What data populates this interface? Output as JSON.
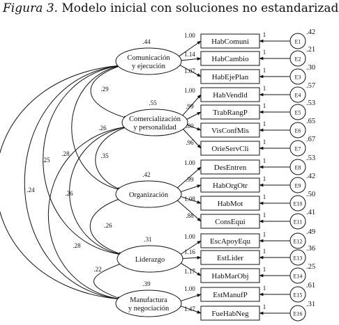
{
  "title": {
    "label": "Figura 3.",
    "text": "Modelo inicial con soluciones no estandarizadas"
  },
  "factors": [
    {
      "id": "F1",
      "lines": [
        "Comunicación",
        "y ejecución"
      ],
      "r2": ".44"
    },
    {
      "id": "F2",
      "lines": [
        "Comercialización",
        "y personalidad"
      ],
      "r2": ".55"
    },
    {
      "id": "F3",
      "lines": [
        "Organización"
      ],
      "r2": ".42"
    },
    {
      "id": "F4",
      "lines": [
        "Liderazgo"
      ],
      "r2": ".31"
    },
    {
      "id": "F5",
      "lines": [
        "Manufactura",
        "y negociación"
      ],
      "r2": ".39"
    }
  ],
  "indicators": [
    {
      "name": "HabComuni",
      "factor": 0,
      "loading": "1.00",
      "r2": ".42",
      "error": "E1",
      "err_weight": "1"
    },
    {
      "name": "HabCambio",
      "factor": 0,
      "loading": "1.14",
      "r2": ".21",
      "error": "E2",
      "err_weight": "1"
    },
    {
      "name": "HabEjePlan",
      "factor": 0,
      "loading": "1.07",
      "r2": ".30",
      "error": "E3",
      "err_weight": "1"
    },
    {
      "name": "HabVendld",
      "factor": 1,
      "loading": "1.00",
      "r2": ".57",
      "error": "E4",
      "err_weight": "1"
    },
    {
      "name": "TrabRangP",
      "factor": 1,
      "loading": ".99",
      "r2": ".53",
      "error": "E5",
      "err_weight": "1"
    },
    {
      "name": "VisConfMis",
      "factor": 1,
      "loading": ".80",
      "r2": ".65",
      "error": "E6",
      "err_weight": "1"
    },
    {
      "name": "OrieServCli",
      "factor": 1,
      "loading": ".96",
      "r2": ".67",
      "error": "E7",
      "err_weight": "1"
    },
    {
      "name": "DesEntren",
      "factor": 2,
      "loading": "1.00",
      "r2": ".53",
      "error": "E8",
      "err_weight": "1"
    },
    {
      "name": "HabOrgOtr",
      "factor": 2,
      "loading": ".99",
      "r2": ".42",
      "error": "E9",
      "err_weight": "1"
    },
    {
      "name": "HabMot",
      "factor": 2,
      "loading": "1.08",
      "r2": ".50",
      "error": "E10",
      "err_weight": "1"
    },
    {
      "name": "ConsEqui",
      "factor": 2,
      "loading": ".88",
      "r2": ".41",
      "error": "E11",
      "err_weight": "1"
    },
    {
      "name": "EscApoyEqu",
      "factor": 3,
      "loading": "1.00",
      "r2": ".49",
      "error": "E12",
      "err_weight": "1"
    },
    {
      "name": "EstLider",
      "factor": 3,
      "loading": "1.16",
      "r2": ".36",
      "error": "E13",
      "err_weight": "1"
    },
    {
      "name": "HabMarObj",
      "factor": 3,
      "loading": "1.17",
      "r2": ".25",
      "error": "E14",
      "err_weight": "1"
    },
    {
      "name": "EstManufP",
      "factor": 4,
      "loading": "1.00",
      "r2": ".61",
      "error": "E15",
      "err_weight": "1"
    },
    {
      "name": "FueHabNeg",
      "factor": 4,
      "loading": "1.47",
      "r2": ".31",
      "error": "E16",
      "err_weight": "1"
    }
  ],
  "covariances": [
    {
      "from": 0,
      "to": 1,
      "value": ".29"
    },
    {
      "from": 0,
      "to": 2,
      "value": ".26"
    },
    {
      "from": 0,
      "to": 3,
      "value": ".28"
    },
    {
      "from": 0,
      "to": 4,
      "value": ".25"
    },
    {
      "from": 0,
      "to": 4,
      "value": ".24"
    },
    {
      "from": 1,
      "to": 2,
      "value": ".35"
    },
    {
      "from": 1,
      "to": 3,
      "value": ".26"
    },
    {
      "from": 1,
      "to": 4,
      "value": ".28"
    },
    {
      "from": 2,
      "to": 3,
      "value": ".26"
    },
    {
      "from": 3,
      "to": 4,
      "value": ".22"
    }
  ]
}
